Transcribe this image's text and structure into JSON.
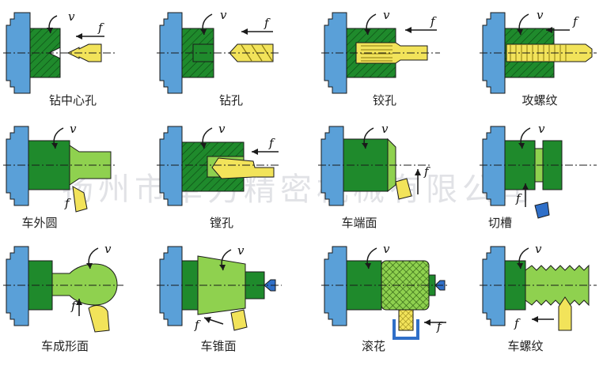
{
  "symbols": {
    "speed": "v",
    "feed": "f"
  },
  "operations": [
    {
      "id": "center-drill",
      "label": "钻中心孔"
    },
    {
      "id": "drill",
      "label": "钻孔"
    },
    {
      "id": "ream",
      "label": "铰孔"
    },
    {
      "id": "tap",
      "label": "攻螺纹"
    },
    {
      "id": "turn-od",
      "label": "车外圆"
    },
    {
      "id": "bore",
      "label": "镗孔"
    },
    {
      "id": "face",
      "label": "车端面"
    },
    {
      "id": "groove",
      "label": "切槽"
    },
    {
      "id": "form",
      "label": "车成形面"
    },
    {
      "id": "taper",
      "label": "车锥面"
    },
    {
      "id": "knurl",
      "label": "滚花"
    },
    {
      "id": "thread",
      "label": "车螺纹"
    }
  ],
  "watermark": "扬州市卓力精密机械有限公司",
  "colors": {
    "chuck": "#5aa0d8",
    "workpiece": "#1f8a2c",
    "workpiece_light": "#8fd14f",
    "tool": "#f2e35a",
    "line": "#1a1a1a"
  }
}
